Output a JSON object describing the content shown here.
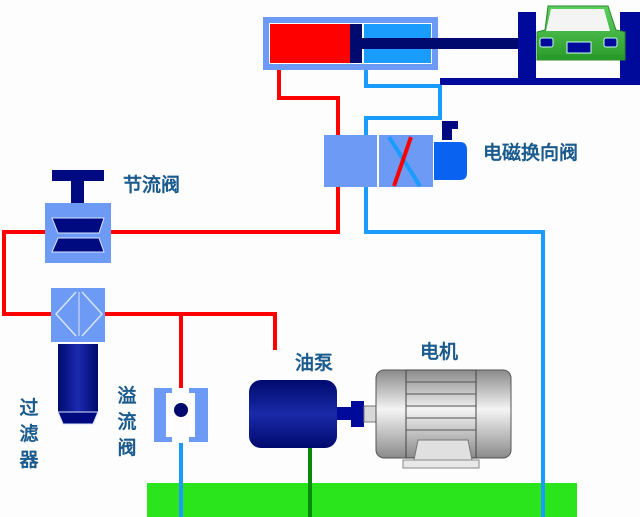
{
  "title": "液压系统原理图",
  "labels": {
    "solenoid_valve": "电磁换向阀",
    "throttle_valve": "节流阀",
    "filter": "过滤器",
    "relief_valve": "溢流阀",
    "oil_pump": "油泵",
    "motor": "电机"
  },
  "colors": {
    "pressure_line": "#ff0000",
    "return_line": "#1a9cff",
    "valve_body": "#6d9af5",
    "dark_blue": "#000c80",
    "tank": "#2be51c",
    "suction_line": "#0a8a0a",
    "car": "#3cb53c",
    "label_text": "#1b5a8c"
  },
  "components": [
    {
      "name": "hydraulic-cylinder"
    },
    {
      "name": "car-lift"
    },
    {
      "name": "solenoid-directional-valve"
    },
    {
      "name": "throttle-valve"
    },
    {
      "name": "filter"
    },
    {
      "name": "relief-valve"
    },
    {
      "name": "oil-pump"
    },
    {
      "name": "electric-motor"
    },
    {
      "name": "oil-tank"
    }
  ]
}
